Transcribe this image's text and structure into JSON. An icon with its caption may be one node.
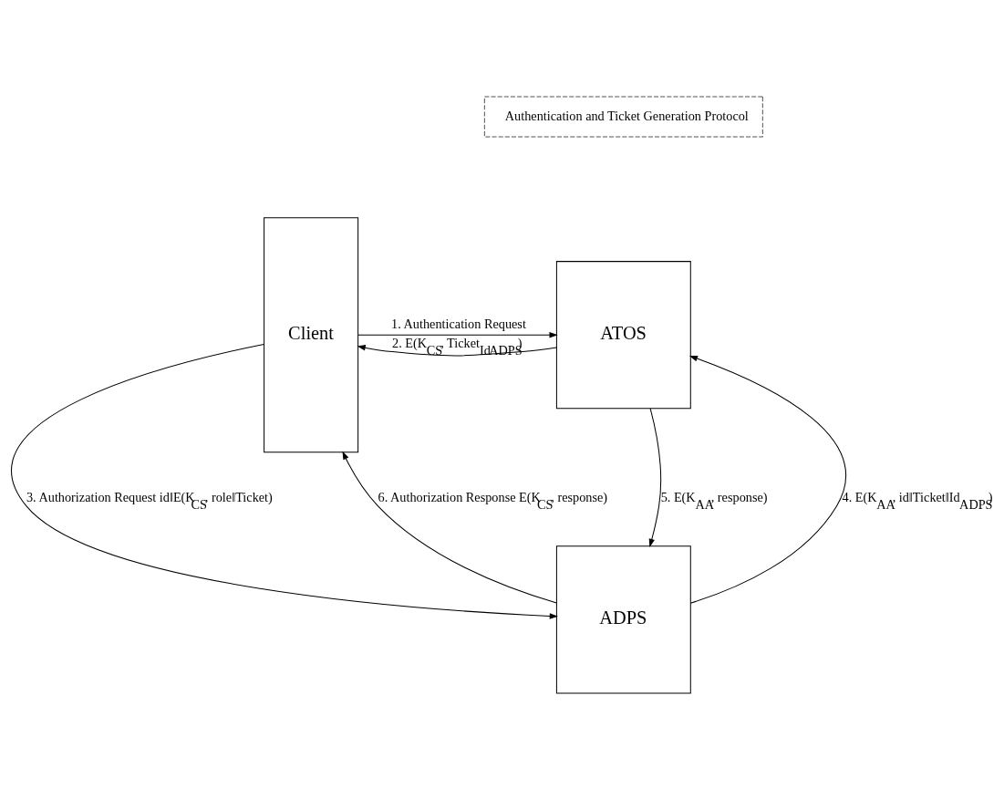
{
  "diagram": {
    "nodes": [
      {
        "text": [
          "Client"
        ]
      },
      {
        "text": [
          "ATOS"
        ]
      },
      {
        "text": [
          "ADPS"
        ]
      },
      {
        "text": [
          "Authentication and Ticket Generation Protocol"
        ]
      }
    ],
    "edges": [
      {
        "from": 0,
        "to": 1,
        "arrow": "to",
        "label": "1. Authentication Request"
      },
      {
        "from": 1,
        "to": 0,
        "arrow": "to",
        "label": "2. E(K$_{CS}$, Ticket$_{Id}$$_{ADPS}$)"
      },
      {
        "from": 0,
        "to": 2,
        "arrow": "to",
        "label": "3. Authorization Request id‖E(K$_{CS}$, role‖Ticket)"
      },
      {
        "from": 2,
        "to": 1,
        "arrow": "to",
        "label": "4. E(K$_{AA}$, id‖Ticket‖Id$_{ADPS}$)"
      },
      {
        "from": 1,
        "to": 2,
        "arrow": "to",
        "label": "5. E(K$_{AA}$, response)"
      },
      {
        "from": 2,
        "to": 0,
        "arrow": "to",
        "label": "6. Authorization Response E(K$_{CS}$, response)"
      }
    ]
  }
}
